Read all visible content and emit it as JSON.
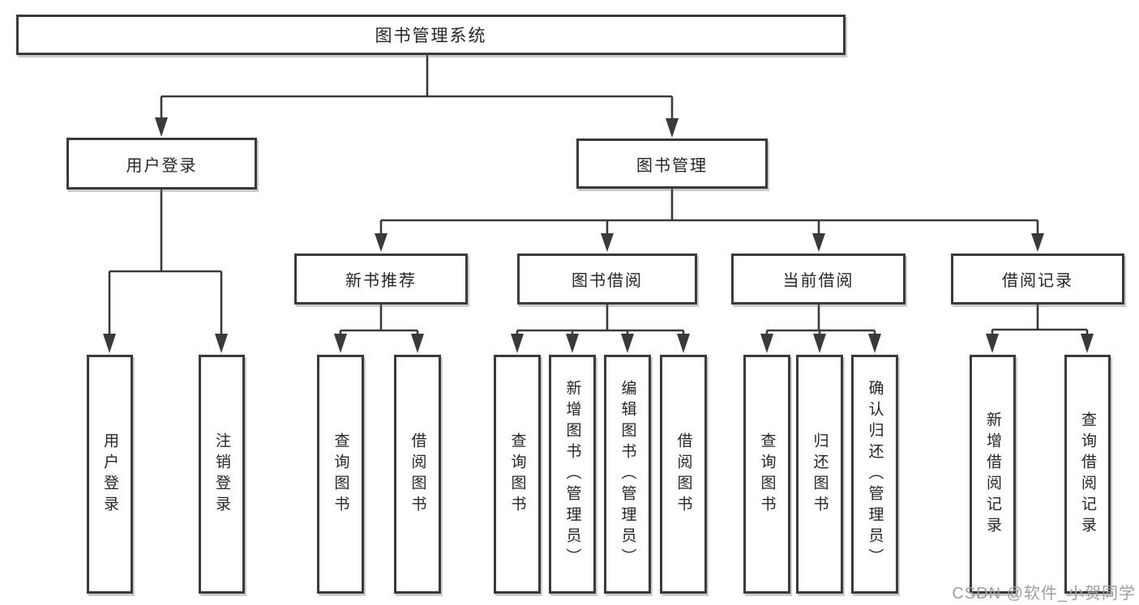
{
  "diagram": {
    "title": "图书管理系统",
    "branches": [
      {
        "label": "用户登录",
        "children": [
          {
            "label": "用户登录"
          },
          {
            "label": "注销登录"
          }
        ]
      },
      {
        "label": "图书管理",
        "children": [
          {
            "label": "新书推荐",
            "children": [
              {
                "label": "查询图书"
              },
              {
                "label": "借阅图书"
              }
            ]
          },
          {
            "label": "图书借阅",
            "children": [
              {
                "label": "查询图书"
              },
              {
                "label": "新增图书（管理员）"
              },
              {
                "label": "编辑图书（管理员）"
              },
              {
                "label": "借阅图书"
              }
            ]
          },
          {
            "label": "当前借阅",
            "children": [
              {
                "label": "查询图书"
              },
              {
                "label": "归还图书"
              },
              {
                "label": "确认归还（管理员）"
              }
            ]
          },
          {
            "label": "借阅记录",
            "children": [
              {
                "label": "新增借阅记录"
              },
              {
                "label": "查询借阅记录"
              }
            ]
          }
        ]
      }
    ],
    "colors": {
      "line": "#3a3a3a",
      "box_border": "#3a3a3a",
      "text": "#262626",
      "background": "#ffffff",
      "watermark": "#9e9e9e"
    }
  },
  "watermark": {
    "text": "CSDN @软件_小贺同学"
  }
}
